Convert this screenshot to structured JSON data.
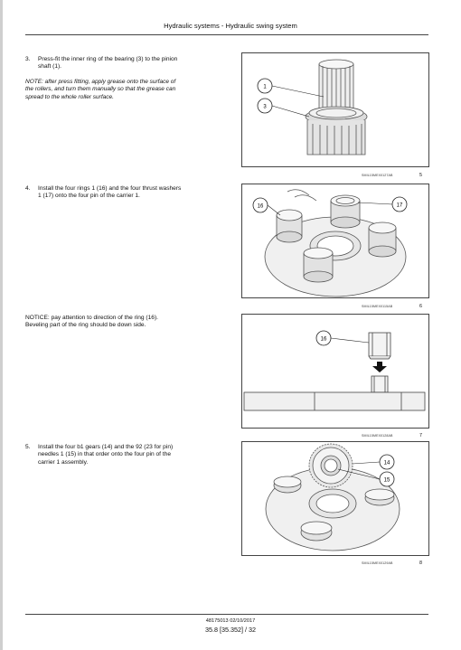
{
  "header": {
    "title": "Hydraulic systems - Hydraulic swing system"
  },
  "steps": [
    {
      "number": "3.",
      "line1": "Press-fit the inner ring of the bearing (3) to the pinion",
      "line2": "shaft (1).",
      "note": [
        "NOTE: after press fitting, apply grease onto the surface of",
        "the rollers, and turn them manually so that the grease can",
        "spread to the whole roller surface."
      ],
      "figure": {
        "code": "SMIL15MEX0127AB",
        "number": "5",
        "callouts": [
          "1",
          "3"
        ]
      }
    },
    {
      "number": "4.",
      "line1": "Install the four rings 1 (16) and the four thrust washers",
      "line2": "1 (17) onto the four pin of the carrier 1.",
      "figure": {
        "code": "SMIL15MEX0115AB",
        "number": "6",
        "callouts": [
          "16",
          "17"
        ]
      }
    },
    {
      "notice": [
        "NOTICE: pay attention to direction of the ring (16).",
        "Beveling part of the ring should be down side."
      ],
      "figure": {
        "code": "SMIL15MEX0128AB",
        "number": "7",
        "callouts": [
          "16"
        ]
      }
    },
    {
      "number": "5.",
      "line1": "Install the four b1 gears (14) and the 92 (23 for pin)",
      "line2": "needles 1 (15) in that order onto the four pin of the",
      "line3": "carrier 1 assembly.",
      "figure": {
        "code": "SMIL15MEX0129AB",
        "number": "8",
        "callouts": [
          "14",
          "15"
        ]
      }
    }
  ],
  "footer": {
    "doc": "48175013 02/10/2017",
    "page": "35.8 [35.352] / 32"
  }
}
